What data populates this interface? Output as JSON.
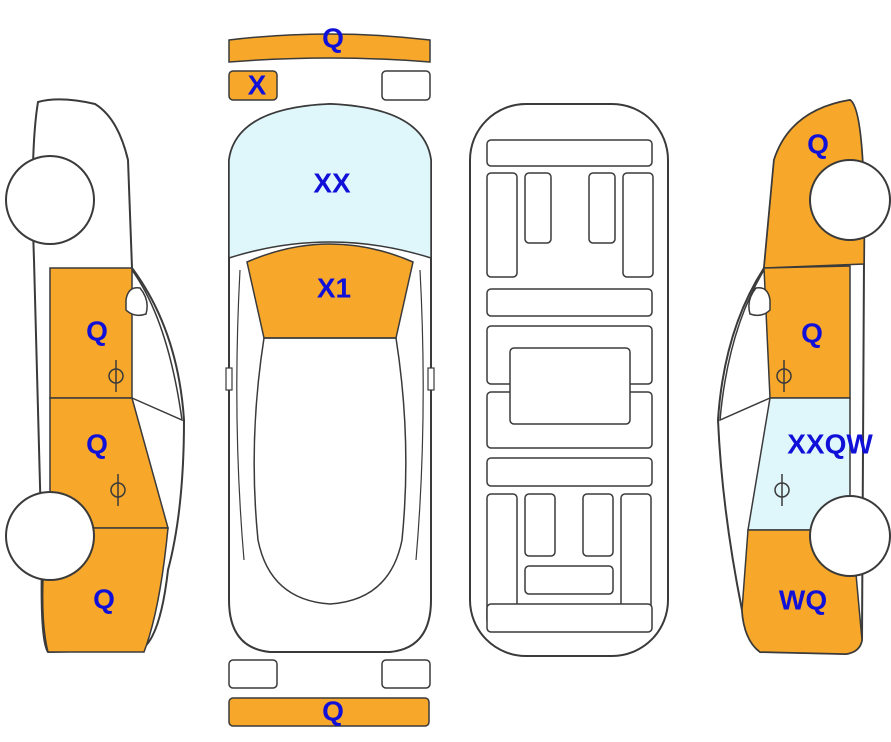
{
  "colors": {
    "damage": "#f7a82b",
    "glass": "#dff6fb",
    "outline": "#3a3a3a",
    "label": "#1010d8",
    "background": "#ffffff"
  },
  "markers": {
    "front_bumper": "Q",
    "left_headlight": "X",
    "windshield": "XX",
    "hood": "X1",
    "left_front_door": "Q",
    "left_rear_door": "Q",
    "left_rear_quarter": "Q",
    "right_front_fender": "Q",
    "right_front_door": "Q",
    "right_rear_door": "XXQW",
    "right_rear_quarter": "WQ",
    "rear_bumper": "Q"
  }
}
